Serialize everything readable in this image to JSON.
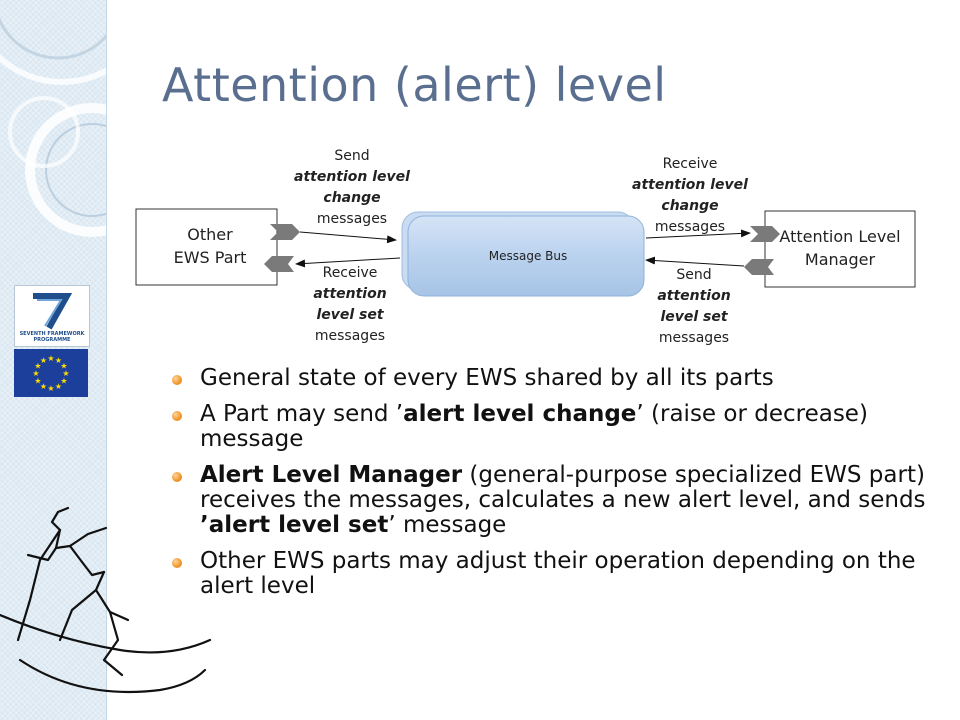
{
  "slide": {
    "title": "Attention (alert) level",
    "colors": {
      "title": "#5a6f8f",
      "sidebar": "#dbe8f2",
      "bullet": "#f0952a",
      "bus": "#b9d2ee",
      "eu_flag": "#1b3f9a",
      "eu_stars": "#ffdd00"
    }
  },
  "logos": {
    "fp7": {
      "label": "SEVENTH FRAMEWORK\nPROGRAMME",
      "icon": "fp7-logo-icon"
    },
    "eu": {
      "icon": "eu-flag-icon"
    }
  },
  "diagram": {
    "left_box": {
      "line1": "Other",
      "line2": "EWS Part"
    },
    "bus": {
      "label": "Message Bus"
    },
    "right_box": {
      "line1": "Attention Level",
      "line2": "Manager"
    },
    "send_left": {
      "line1": "Send",
      "line2": "attention level",
      "line3": "change",
      "line4": "messages"
    },
    "receive_left": {
      "line1": "Receive",
      "line2": "attention",
      "line3": "level set",
      "line4": "messages"
    },
    "receive_right": {
      "line1": "Receive",
      "line2": "attention level",
      "line3": "change",
      "line4": "messages"
    },
    "send_right": {
      "line1": "Send",
      "line2": "attention",
      "line3": "level set",
      "line4": "messages"
    }
  },
  "bullets": [
    {
      "text": "General state of every EWS shared by all its parts"
    },
    {
      "pre": "A Part may send ’",
      "bold": "alert level change",
      "post": "’ (raise or decrease) message"
    },
    {
      "bold": "Alert Level Manager",
      "post": " (general-purpose specialized EWS part) receives the messages, calculates a new alert level, and sends ",
      "bold2": "’alert level set",
      "post2": "’ message"
    },
    {
      "text": "Other EWS parts may adjust their operation depending on the alert level"
    }
  ]
}
